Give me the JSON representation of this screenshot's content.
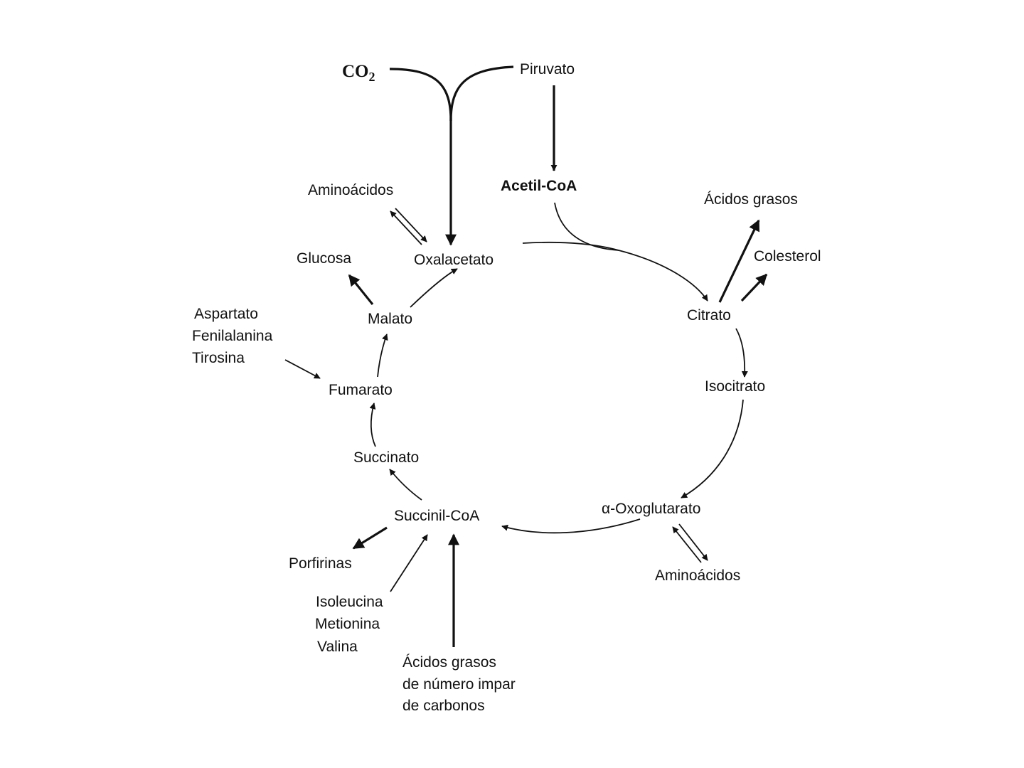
{
  "labels": {
    "co2_base": "CO",
    "co2_sub": "2",
    "piruvato": "Piruvato",
    "acetil_coa": "Acetil-CoA",
    "aminoacidos_top": "Aminoácidos",
    "oxalacetato": "Oxalacetato",
    "glucosa": "Glucosa",
    "acidos_grasos_top": "Ácidos grasos",
    "colesterol": "Colesterol",
    "citrato": "Citrato",
    "malato": "Malato",
    "aspartato": "Aspartato",
    "fenilalanina": "Fenilalanina",
    "tirosina": "Tirosina",
    "fumarato": "Fumarato",
    "isocitrato": "Isocitrato",
    "succinato": "Succinato",
    "succinil_coa": "Succinil-CoA",
    "oxoglutarato": "α-Oxoglutarato",
    "porfirinas": "Porfirinas",
    "aminoacidos_bottom": "Aminoácidos",
    "isoleucina": "Isoleucina",
    "metionina": "Metionina",
    "valina": "Valina",
    "acidos_line1": "Ácidos grasos",
    "acidos_line2": "de número impar",
    "acidos_line3": "de carbonos"
  }
}
